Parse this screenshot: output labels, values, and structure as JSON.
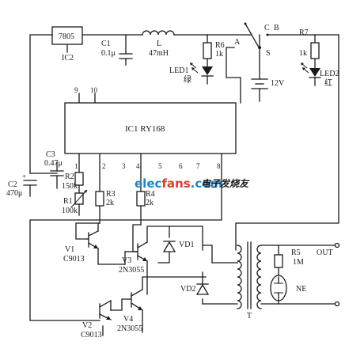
{
  "regulator": {
    "name": "7805",
    "ref": "IC2"
  },
  "capacitors": {
    "c1": {
      "ref": "C1",
      "value": "0.1μ"
    },
    "c2": {
      "ref": "C2",
      "value": "470μ"
    },
    "c3": {
      "ref": "C3",
      "value": "0.47μ"
    }
  },
  "inductor": {
    "ref": "L",
    "value": "47mH"
  },
  "resistors": {
    "r1": {
      "ref": "R1",
      "value": "100k"
    },
    "r2": {
      "ref": "R2",
      "value": "150k"
    },
    "r3": {
      "ref": "R3",
      "value": "2k"
    },
    "r4": {
      "ref": "R4",
      "value": "2k"
    },
    "r5": {
      "ref": "R5",
      "value": "1M"
    },
    "r6": {
      "ref": "R6",
      "value": "1k"
    },
    "r7": {
      "ref": "R7",
      "value": "1k"
    }
  },
  "leds": {
    "led1": {
      "ref": "LED1",
      "color": "绿"
    },
    "led2": {
      "ref": "LED2",
      "color": "红"
    }
  },
  "ic1": {
    "label": "IC1 RY168",
    "pins_top": [
      "9",
      "10"
    ],
    "pins_bottom": [
      "1",
      "2",
      "3",
      "4",
      "5",
      "6",
      "7",
      "8"
    ]
  },
  "switch": {
    "ref": "S",
    "terminal_a": "A",
    "terminal_b": "B",
    "terminal_c": "C"
  },
  "battery": {
    "voltage": "12V"
  },
  "transistors": {
    "v1": {
      "ref": "V1",
      "model": "C9013"
    },
    "v2": {
      "ref": "V2",
      "model": "C9013"
    },
    "v3": {
      "ref": "V3",
      "model": "2N3055"
    },
    "v4": {
      "ref": "V4",
      "model": "2N3055"
    }
  },
  "diodes": {
    "vd1": "VD1",
    "vd2": "VD2"
  },
  "transformer": {
    "ref": "T"
  },
  "lamp": {
    "ref": "NE"
  },
  "output": {
    "label": "OUT"
  },
  "watermark": {
    "part1": "elec",
    "part2": "fans",
    "part3": ".com",
    "part4": "电子发烧友"
  }
}
